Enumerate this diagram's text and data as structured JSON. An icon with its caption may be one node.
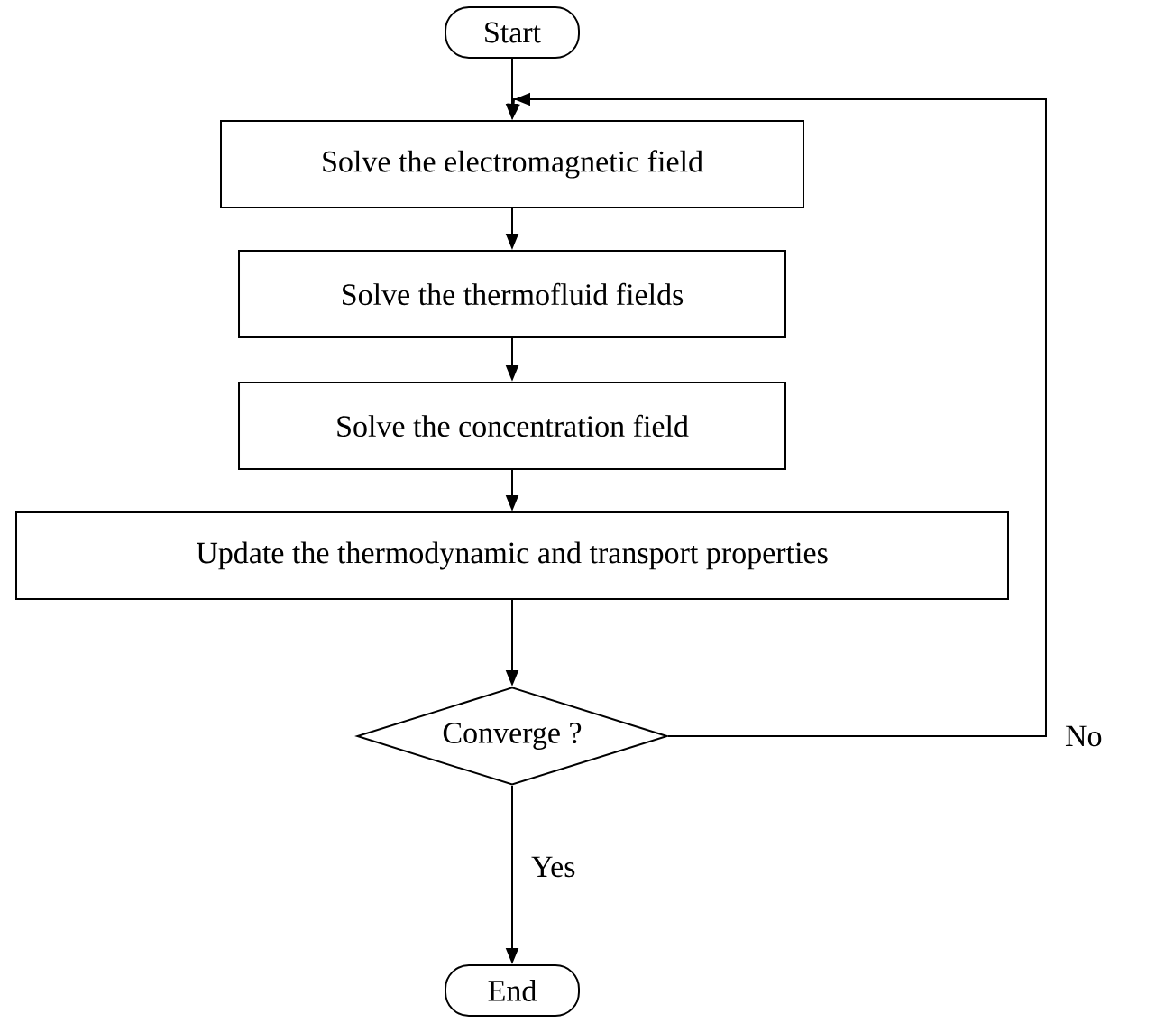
{
  "diagram": {
    "nodes": [
      {
        "text": [
          "Start"
        ]
      },
      {
        "text": [
          "Solve the electromagnetic field"
        ]
      },
      {
        "text": [
          "Solve the thermofluid fields"
        ]
      },
      {
        "text": [
          "Solve the concentration field"
        ]
      },
      {
        "text": [
          "Update the thermodynamic and transport properties"
        ]
      },
      {
        "text": [
          "Converge ?"
        ]
      },
      {
        "text": [
          "End"
        ]
      }
    ],
    "edges": [
      {
        "from": 0,
        "to": 1,
        "arrow": "to"
      },
      {
        "from": 1,
        "to": 2,
        "arrow": "to"
      },
      {
        "from": 2,
        "to": 3,
        "arrow": "to"
      },
      {
        "from": 3,
        "to": 4,
        "arrow": "to"
      },
      {
        "from": 4,
        "to": 5,
        "arrow": "to"
      },
      {
        "from": 5,
        "to": 6,
        "arrow": "to",
        "label": "Yes"
      },
      {
        "from": 5,
        "to": 1,
        "arrow": "to",
        "label": "No"
      }
    ]
  }
}
